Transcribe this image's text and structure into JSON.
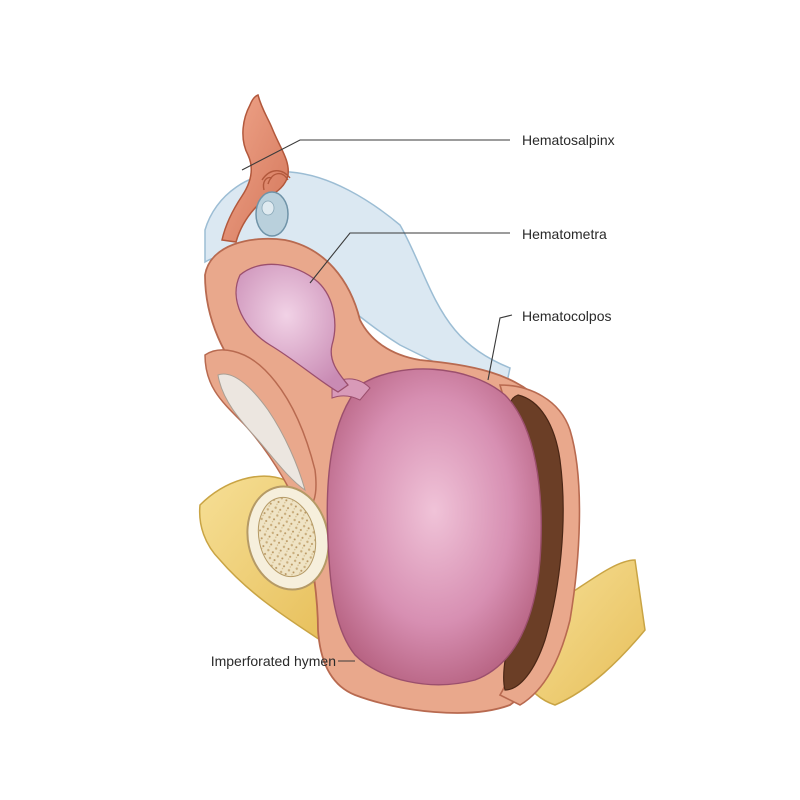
{
  "labels": {
    "hematosalpinx": "Hematosalpinx",
    "hematometra": "Hematometra",
    "hematocolpos": "Hematocolpos",
    "imperforated_hymen": "Imperforated hymen"
  },
  "colors": {
    "background": "#ffffff",
    "peritoneum": "#d8e6f0",
    "peritoneum_edge": "#8fb3cc",
    "tissue": "#e7a287",
    "tissue_edge": "#b86a50",
    "uterine_cavity": "#d99ac3",
    "vaginal_distension": "#c97a9a",
    "fat": "#f1d27a",
    "fat_edge": "#c9a444",
    "rectal_content": "#6b3e26",
    "bladder": "#ece6e0",
    "pubic_bone": "#f3ead2"
  }
}
